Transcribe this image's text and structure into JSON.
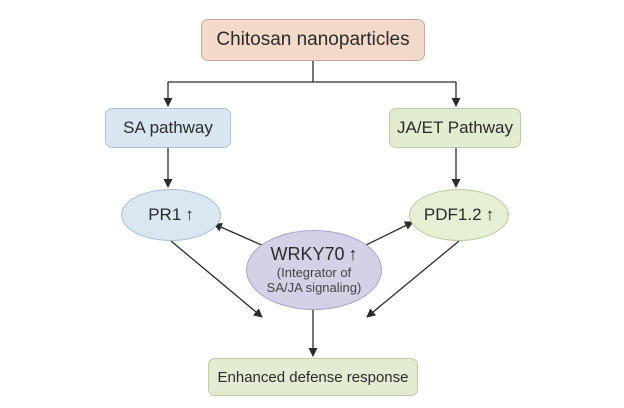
{
  "nodes": {
    "chitosan": {
      "label": "Chitosan nanoparticles"
    },
    "sa_pathway": {
      "label": "SA pathway"
    },
    "jaet_pathway": {
      "label": "JA/ET Pathway"
    },
    "pr1": {
      "label": "PR1",
      "indicator": "↑"
    },
    "pdf12": {
      "label": "PDF1.2",
      "indicator": "↑"
    },
    "wrky70": {
      "label": "WRKY70",
      "indicator": "↑",
      "subtitle_line1": "(Integrator of",
      "subtitle_line2": "SA/JA signaling)"
    },
    "enhanced": {
      "label": "Enhanced defense response"
    }
  },
  "colors": {
    "chitosan_fill": "#f3d9c9",
    "sa_fill": "#d7e6f0",
    "ja_fill": "#e2ecd1",
    "wrky_fill": "#d4d0e6",
    "arrow": "#2b2b2b"
  }
}
